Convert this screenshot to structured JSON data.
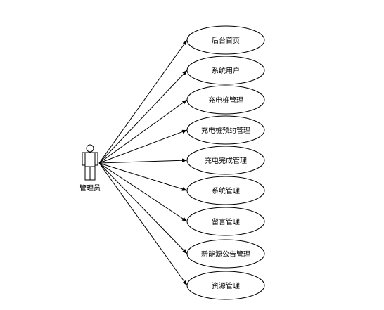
{
  "actor": {
    "label": "管理员"
  },
  "use_cases": [
    {
      "label": "后台首页"
    },
    {
      "label": "系统用户"
    },
    {
      "label": "充电桩管理"
    },
    {
      "label": "充电桩预约管理"
    },
    {
      "label": "充电完成管理"
    },
    {
      "label": "系统管理"
    },
    {
      "label": "留言管理"
    },
    {
      "label": "新能源公告管理"
    },
    {
      "label": "资源管理"
    }
  ],
  "colors": {
    "stroke": "#000000",
    "background": "#ffffff"
  }
}
